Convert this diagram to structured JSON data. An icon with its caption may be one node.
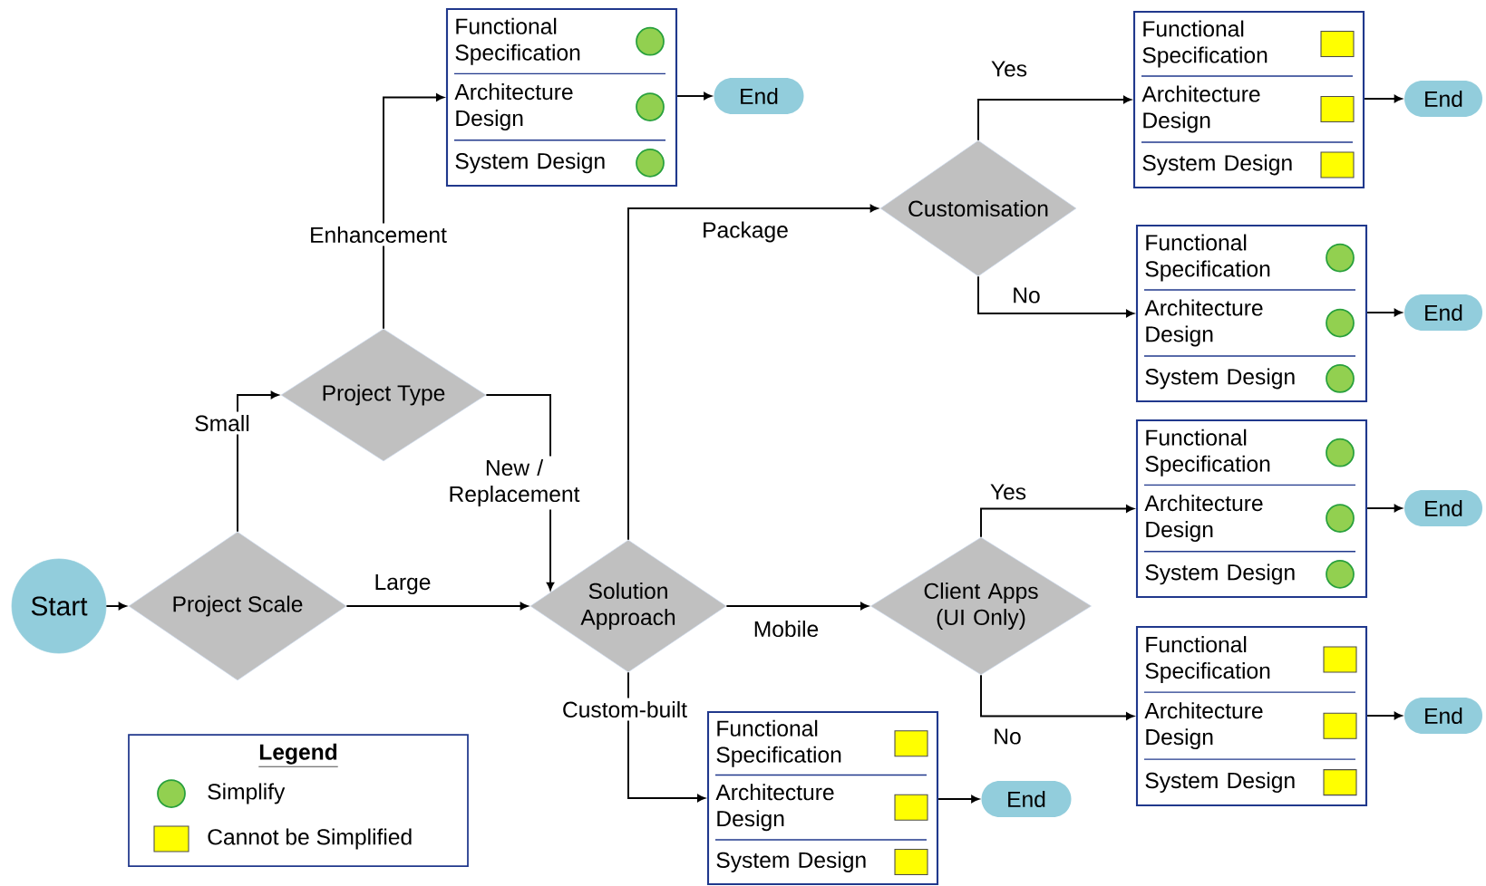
{
  "diagram": {
    "nodes": [
      {
        "text": [
          "Start"
        ]
      },
      {
        "text": [
          "Project Scale"
        ]
      },
      {
        "text": [
          "Project Type"
        ]
      },
      {
        "text": [
          "Solution Approach"
        ]
      },
      {
        "text": [
          "Customisation"
        ]
      },
      {
        "text": [
          "Client Apps (UI Only)"
        ]
      },
      {
        "text": [],
        "shape": "box"
      },
      {
        "text": [
          "Functional Specification"
        ],
        "in": 6
      },
      {
        "text": [],
        "shape": "circle",
        "in": 7
      },
      {
        "text": [
          "Architecture Design"
        ],
        "in": 6
      },
      {
        "text": [],
        "shape": "circle",
        "in": 9
      },
      {
        "text": [
          "System Design"
        ],
        "in": 6
      },
      {
        "text": [],
        "shape": "circle",
        "in": 11
      },
      {
        "text": [],
        "shape": "box"
      },
      {
        "text": [
          "Functional Specification"
        ],
        "in": 13
      },
      {
        "text": [],
        "shape": "box",
        "in": 14
      },
      {
        "text": [
          "Architecture Design"
        ],
        "in": 13
      },
      {
        "text": [],
        "shape": "box",
        "in": 16
      },
      {
        "text": [
          "System Design"
        ],
        "in": 13
      },
      {
        "text": [],
        "shape": "box",
        "in": 18
      },
      {
        "text": [],
        "shape": "box"
      },
      {
        "text": [
          "Functional Specification"
        ],
        "in": 20
      },
      {
        "text": [],
        "shape": "circle",
        "in": 21
      },
      {
        "text": [
          "Architecture Design"
        ],
        "in": 20
      },
      {
        "text": [],
        "shape": "circle",
        "in": 23
      },
      {
        "text": [
          "System Design"
        ],
        "in": 20
      },
      {
        "text": [],
        "shape": "circle",
        "in": 25
      },
      {
        "text": [],
        "shape": "box"
      },
      {
        "text": [
          "Functional Specification"
        ],
        "in": 27
      },
      {
        "text": [],
        "shape": "circle",
        "in": 28
      },
      {
        "text": [
          "Architecture Design"
        ],
        "in": 27
      },
      {
        "text": [],
        "shape": "circle",
        "in": 30
      },
      {
        "text": [
          "System Design"
        ],
        "in": 27
      },
      {
        "text": [],
        "shape": "circle",
        "in": 32
      },
      {
        "text": [],
        "shape": "box"
      },
      {
        "text": [
          "Functional Specification"
        ],
        "in": 34
      },
      {
        "text": [],
        "shape": "box",
        "in": 35
      },
      {
        "text": [
          "Architecture Design"
        ],
        "in": 34
      },
      {
        "text": [],
        "shape": "box",
        "in": 37
      },
      {
        "text": [
          "System Design"
        ],
        "in": 34
      },
      {
        "text": [],
        "shape": "box",
        "in": 39
      },
      {
        "text": [],
        "shape": "box"
      },
      {
        "text": [
          "Functional Specification"
        ],
        "in": 41
      },
      {
        "text": [],
        "shape": "box",
        "in": 42
      },
      {
        "text": [
          "Architecture Design"
        ],
        "in": 41
      },
      {
        "text": [],
        "shape": "box",
        "in": 44
      },
      {
        "text": [
          "System Design"
        ],
        "in": 41
      },
      {
        "text": [],
        "shape": "box",
        "in": 46
      },
      {
        "text": [
          "End"
        ]
      },
      {
        "text": [
          "End"
        ]
      },
      {
        "text": [
          "End"
        ]
      },
      {
        "text": [
          "End"
        ]
      },
      {
        "text": [
          "End"
        ]
      },
      {
        "text": [
          "End"
        ]
      }
    ],
    "edges": [
      {
        "from": 0,
        "to": 1,
        "arrow": "to"
      },
      {
        "from": 1,
        "to": 2,
        "arrow": "to",
        "label": "Small"
      },
      {
        "from": 1,
        "to": 3,
        "arrow": "to",
        "label": "Large"
      },
      {
        "from": 2,
        "to": 6,
        "arrow": "to",
        "label": "Enhancement"
      },
      {
        "from": 2,
        "to": 3,
        "arrow": "to",
        "label": "New / Replacement"
      },
      {
        "from": 3,
        "to": 4,
        "arrow": "to",
        "label": "Package"
      },
      {
        "from": 3,
        "to": 5,
        "arrow": "to",
        "label": "Mobile"
      },
      {
        "from": 3,
        "to": 41,
        "arrow": "to",
        "label": "Custom-built"
      },
      {
        "from": 4,
        "to": 13,
        "arrow": "to",
        "label": "Yes"
      },
      {
        "from": 4,
        "to": 20,
        "arrow": "to",
        "label": "No"
      },
      {
        "from": 5,
        "to": 27,
        "arrow": "to",
        "label": "Yes"
      },
      {
        "from": 5,
        "to": 34,
        "arrow": "to",
        "label": "No"
      },
      {
        "from": 6,
        "to": 48,
        "arrow": "to"
      },
      {
        "from": 13,
        "to": 49,
        "arrow": "to"
      },
      {
        "from": 20,
        "to": 50,
        "arrow": "to"
      },
      {
        "from": 27,
        "to": 51,
        "arrow": "to"
      },
      {
        "from": 34,
        "to": 52,
        "arrow": "to"
      },
      {
        "from": 41,
        "to": 53,
        "arrow": "to"
      }
    ],
    "labels": [
      "Legend"
    ],
    "legend": [
      {
        "text": "Simplify",
        "color": "#92d050"
      },
      {
        "text": "Cannot be Simplified",
        "color": "#ffff00"
      }
    ]
  }
}
